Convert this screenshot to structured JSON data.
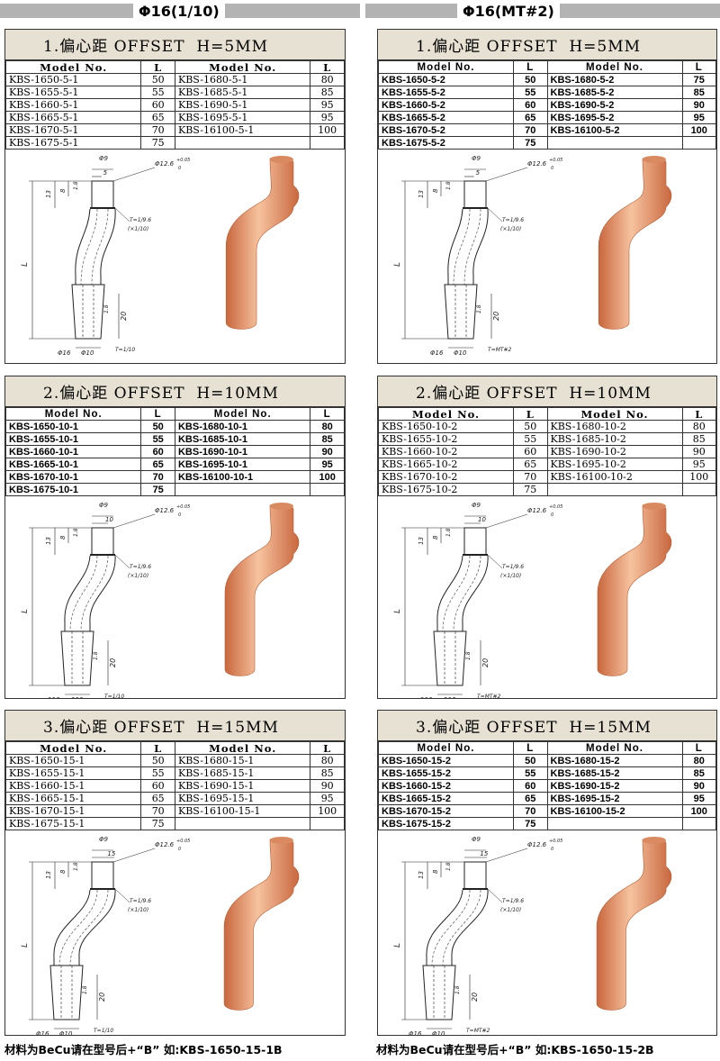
{
  "columns": [
    {
      "title": "Φ16(1/10)",
      "taper_note": "T=1/10",
      "note": "材料为BeCu请在型号后+“B”  如:KBS-1650-15-1B"
    },
    {
      "title": "Φ16(MT#2)",
      "taper_note": "T=MT#2",
      "note": "材料为BeCu请在型号后+“B”  如:KBS-1650-15-2B"
    }
  ],
  "headers": {
    "model": "Model No.",
    "length": "L"
  },
  "drawing_labels": {
    "d9": "Φ9",
    "d12": "Φ12.6",
    "tol_up": "+0.05",
    "tol_lo": "0",
    "h13": "13",
    "h8": "8",
    "h18": "1.8",
    "len": "L",
    "h20": "20",
    "d16": "Φ16",
    "d10": "Φ10",
    "taper1": "T=1/9.6",
    "taper2": "(×1/10)"
  },
  "panels": [
    {
      "title": "1.偏心距 OFFSET  H=5MM",
      "offset": "5",
      "model_rows": [
        {
          "m1": "KBS-1650-5-1",
          "l1": "50",
          "m2": "KBS-1680-5-1",
          "l2": "80"
        },
        {
          "m1": "KBS-1655-5-1",
          "l1": "55",
          "m2": "KBS-1685-5-1",
          "l2": "85"
        },
        {
          "m1": "KBS-1660-5-1",
          "l1": "60",
          "m2": "KBS-1690-5-1",
          "l2": "95"
        },
        {
          "m1": "KBS-1665-5-1",
          "l1": "65",
          "m2": "KBS-1695-5-1",
          "l2": "95"
        },
        {
          "m1": "KBS-1670-5-1",
          "l1": "70",
          "m2": "KBS-16100-5-1",
          "l2": "100"
        },
        {
          "m1": "KBS-1675-5-1",
          "l1": "75",
          "m2": "",
          "l2": ""
        }
      ]
    },
    {
      "title": "1.偏心距 OFFSET  H=5MM",
      "offset": "5",
      "model_rows": [
        {
          "m1": "KBS-1650-5-2",
          "l1": "50",
          "m2": "KBS-1680-5-2",
          "l2": "75"
        },
        {
          "m1": "KBS-1655-5-2",
          "l1": "55",
          "m2": "KBS-1685-5-2",
          "l2": "85"
        },
        {
          "m1": "KBS-1660-5-2",
          "l1": "60",
          "m2": "KBS-1690-5-2",
          "l2": "90"
        },
        {
          "m1": "KBS-1665-5-2",
          "l1": "65",
          "m2": "KBS-1695-5-2",
          "l2": "95"
        },
        {
          "m1": "KBS-1670-5-2",
          "l1": "70",
          "m2": "KBS-16100-5-2",
          "l2": "100"
        },
        {
          "m1": "KBS-1675-5-2",
          "l1": "75",
          "m2": "",
          "l2": ""
        }
      ]
    },
    {
      "title": "2.偏心距 OFFSET  H=10MM",
      "offset": "10",
      "model_rows": [
        {
          "m1": "KBS-1650-10-1",
          "l1": "50",
          "m2": "KBS-1680-10-1",
          "l2": "80"
        },
        {
          "m1": "KBS-1655-10-1",
          "l1": "55",
          "m2": "KBS-1685-10-1",
          "l2": "85"
        },
        {
          "m1": "KBS-1660-10-1",
          "l1": "60",
          "m2": "KBS-1690-10-1",
          "l2": "90"
        },
        {
          "m1": "KBS-1665-10-1",
          "l1": "65",
          "m2": "KBS-1695-10-1",
          "l2": "95"
        },
        {
          "m1": "KBS-1670-10-1",
          "l1": "70",
          "m2": "KBS-16100-10-1",
          "l2": "100"
        },
        {
          "m1": "KBS-1675-10-1",
          "l1": "75",
          "m2": "",
          "l2": ""
        }
      ]
    },
    {
      "title": "2.偏心距 OFFSET  H=10MM",
      "offset": "10",
      "model_rows": [
        {
          "m1": "KBS-1650-10-2",
          "l1": "50",
          "m2": "KBS-1680-10-2",
          "l2": "80"
        },
        {
          "m1": "KBS-1655-10-2",
          "l1": "55",
          "m2": "KBS-1685-10-2",
          "l2": "85"
        },
        {
          "m1": "KBS-1660-10-2",
          "l1": "60",
          "m2": "KBS-1690-10-2",
          "l2": "90"
        },
        {
          "m1": "KBS-1665-10-2",
          "l1": "65",
          "m2": "KBS-1695-10-2",
          "l2": "95"
        },
        {
          "m1": "KBS-1670-10-2",
          "l1": "70",
          "m2": "KBS-16100-10-2",
          "l2": "100"
        },
        {
          "m1": "KBS-1675-10-2",
          "l1": "75",
          "m2": "",
          "l2": ""
        }
      ]
    },
    {
      "title": "3.偏心距 OFFSET  H=15MM",
      "offset": "15",
      "model_rows": [
        {
          "m1": "KBS-1650-15-1",
          "l1": "50",
          "m2": "KBS-1680-15-1",
          "l2": "80"
        },
        {
          "m1": "KBS-1655-15-1",
          "l1": "55",
          "m2": "KBS-1685-15-1",
          "l2": "85"
        },
        {
          "m1": "KBS-1660-15-1",
          "l1": "60",
          "m2": "KBS-1690-15-1",
          "l2": "90"
        },
        {
          "m1": "KBS-1665-15-1",
          "l1": "65",
          "m2": "KBS-1695-15-1",
          "l2": "95"
        },
        {
          "m1": "KBS-1670-15-1",
          "l1": "70",
          "m2": "KBS-16100-15-1",
          "l2": "100"
        },
        {
          "m1": "KBS-1675-15-1",
          "l1": "75",
          "m2": "",
          "l2": ""
        }
      ]
    },
    {
      "title": "3.偏心距 OFFSET  H=15MM",
      "offset": "15",
      "model_rows": [
        {
          "m1": "KBS-1650-15-2",
          "l1": "50",
          "m2": "KBS-1680-15-2",
          "l2": "80"
        },
        {
          "m1": "KBS-1655-15-2",
          "l1": "55",
          "m2": "KBS-1685-15-2",
          "l2": "85"
        },
        {
          "m1": "KBS-1660-15-2",
          "l1": "60",
          "m2": "KBS-1690-15-2",
          "l2": "90"
        },
        {
          "m1": "KBS-1665-15-2",
          "l1": "65",
          "m2": "KBS-1695-15-2",
          "l2": "95"
        },
        {
          "m1": "KBS-1670-15-2",
          "l1": "70",
          "m2": "KBS-16100-15-2",
          "l2": "100"
        },
        {
          "m1": "KBS-1675-15-2",
          "l1": "75",
          "m2": "",
          "l2": ""
        }
      ]
    }
  ],
  "colors": {
    "header_bar": "#b3b3b3",
    "title_bg": "#e6e1d2",
    "copper_light": "#f6c39f",
    "copper_dark": "#c9673e"
  }
}
